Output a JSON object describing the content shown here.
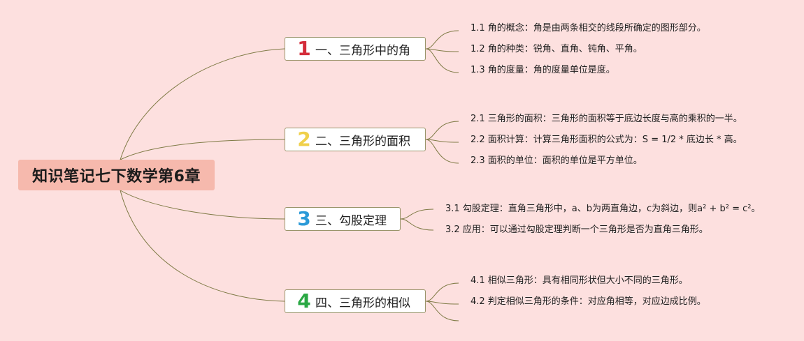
{
  "root": {
    "title": "知识笔记七下数学第6章"
  },
  "branches": [
    {
      "number": "1",
      "color": "#d42d3b",
      "label": "一、三角形中的角",
      "leaves": [
        "1.1 角的概念：角是由两条相交的线段所确定的图形部分。",
        "1.2 角的种类：锐角、直角、钝角、平角。",
        "1.3 角的度量：角的度量单位是度。"
      ]
    },
    {
      "number": "2",
      "color": "#f0d04b",
      "label": "二、三角形的面积",
      "leaves": [
        "2.1 三角形的面积：三角形的面积等于底边长度与高的乘积的一半。",
        "2.2 面积计算：计算三角形面积的公式为：S = 1/2 * 底边长 * 高。",
        "2.3 面积的单位：面积的单位是平方单位。"
      ]
    },
    {
      "number": "3",
      "color": "#2b9ad8",
      "label": "三、勾股定理",
      "leaves": [
        "3.1 勾股定理：直角三角形中，a、b为两直角边，c为斜边，则a² + b² = c²。",
        "3.2 应用：可以通过勾股定理判断一个三角形是否为直角三角形。"
      ]
    },
    {
      "number": "4",
      "color": "#2aa844",
      "label": "四、三角形的相似",
      "leaves": [
        "4.1 相似三角形：具有相同形状但大小不同的三角形。",
        "4.2 判定相似三角形的条件：对应角相等，对应边成比例。"
      ]
    }
  ]
}
